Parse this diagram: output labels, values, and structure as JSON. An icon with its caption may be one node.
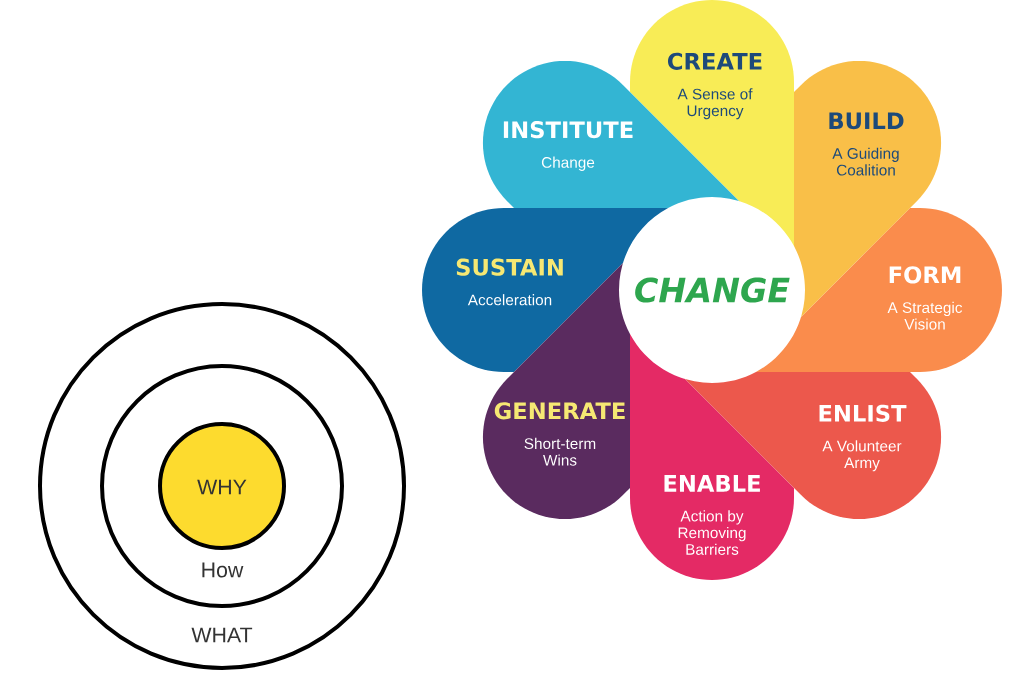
{
  "diagram": {
    "nodes": [
      {
        "text": [
          "WHAT"
        ]
      },
      {
        "text": [
          "How"
        ],
        "in": 0
      },
      {
        "text": [
          "WHY"
        ],
        "in": 1
      },
      {
        "text": [
          "CHANGE"
        ]
      },
      {
        "text": [
          "CREATE",
          "A Sense of Urgency"
        ]
      },
      {
        "text": [
          "BUILD",
          "A Guiding Coalition"
        ]
      },
      {
        "text": [
          "FORM",
          "A Strategic Vision"
        ]
      },
      {
        "text": [
          "ENLIST",
          "A Volunteer Army"
        ]
      },
      {
        "text": [
          "ENABLE",
          "Action by Removing Barriers"
        ]
      },
      {
        "text": [
          "GENERATE",
          "Short-term Wins"
        ]
      },
      {
        "text": [
          "SUSTAIN",
          "Acceleration"
        ]
      },
      {
        "text": [
          "INSTITUTE",
          "Change"
        ]
      }
    ]
  }
}
